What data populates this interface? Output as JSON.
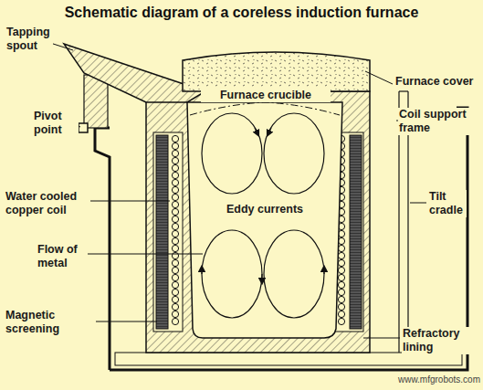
{
  "diagram": {
    "title": "Schematic diagram of a coreless induction furnace",
    "labels": [
      "Tapping spout",
      "Furnace cover",
      "Pivot point",
      "Furnace crucible",
      "Coil support frame",
      "Water cooled copper coil",
      "Eddy currents",
      "Tilt cradle",
      "Flow of metal",
      "Magnetic screening",
      "Refractory lining",
      "www.mfgrobots.com"
    ]
  }
}
